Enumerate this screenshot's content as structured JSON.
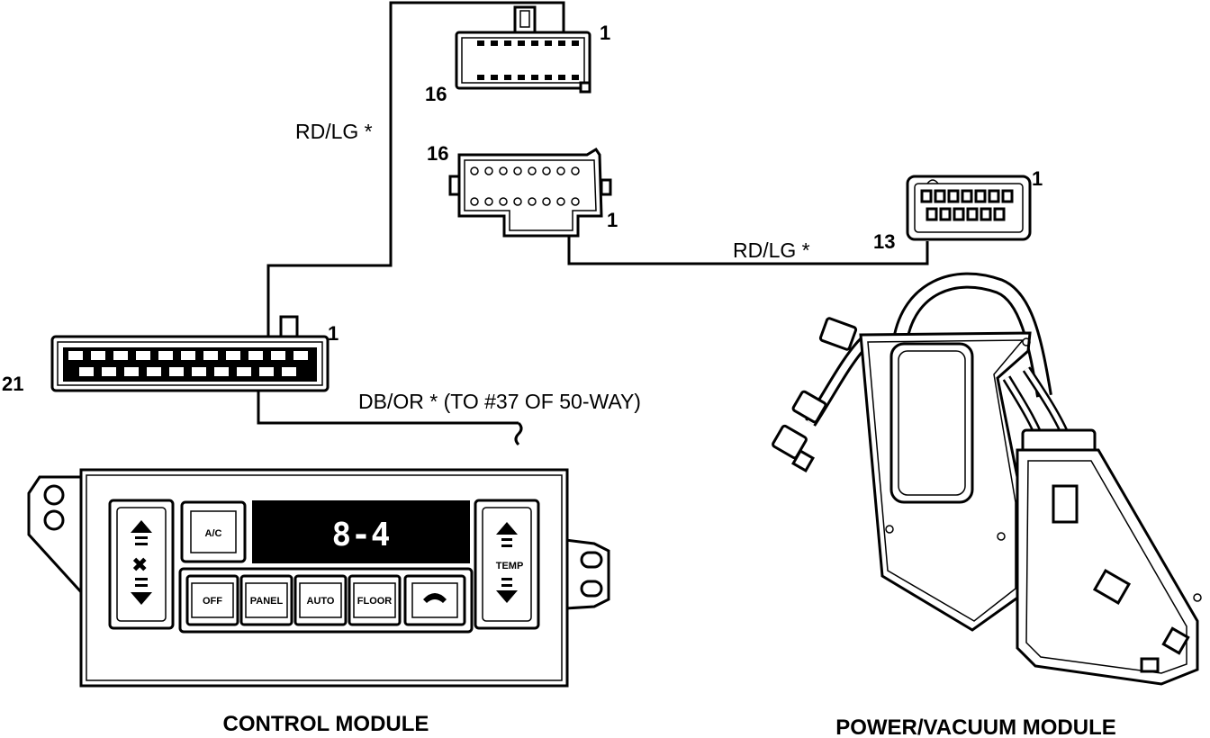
{
  "wires": {
    "upper_label": "RD/LG *",
    "right_label": "RD/LG *",
    "bottom_label": "DB/OR * (TO #37 OF 50-WAY)"
  },
  "connectors": {
    "top_16pin": {
      "pin_first": "1",
      "pin_last": "16"
    },
    "mid_16pin": {
      "pin_first": "1",
      "pin_last": "16"
    },
    "right_13pin": {
      "pin_first": "1",
      "pin_last": "13"
    },
    "left_21pin": {
      "pin_first": "1",
      "pin_last": "21"
    }
  },
  "control_panel": {
    "display": "8-4",
    "ac_label": "A/C",
    "temp_label": "TEMP",
    "buttons": [
      "OFF",
      "PANEL",
      "AUTO",
      "FLOOR"
    ]
  },
  "captions": {
    "control_module": "CONTROL MODULE",
    "power_vacuum_module": "POWER/VACUUM MODULE"
  }
}
